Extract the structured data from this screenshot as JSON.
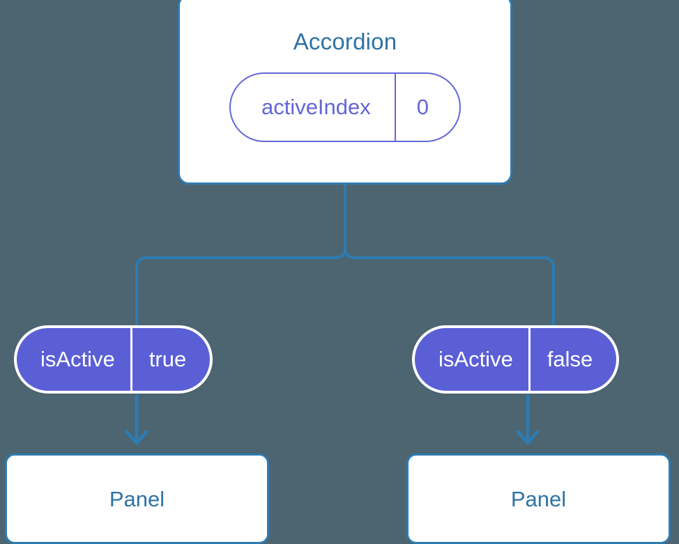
{
  "diagram": {
    "type": "component-state-tree",
    "background_color": "#4c6570",
    "root": {
      "title": "Accordion",
      "state_chip": {
        "key": "activeIndex",
        "value": "0"
      }
    },
    "branches": [
      {
        "prop_chip": {
          "key": "isActive",
          "value": "true"
        },
        "child": {
          "title": "Panel"
        }
      },
      {
        "prop_chip": {
          "key": "isActive",
          "value": "false"
        },
        "child": {
          "title": "Panel"
        }
      }
    ],
    "colors": {
      "background": "#4c6570",
      "card_border": "#2e7bb0",
      "card_fill": "#ffffff",
      "title_text": "#2e73a5",
      "outline_chip": "#6366d8",
      "filled_chip_fill": "#5b5fd6",
      "filled_chip_border": "#ffffff",
      "filled_chip_text": "#ffffff",
      "connector": "#2e7bb0"
    }
  }
}
